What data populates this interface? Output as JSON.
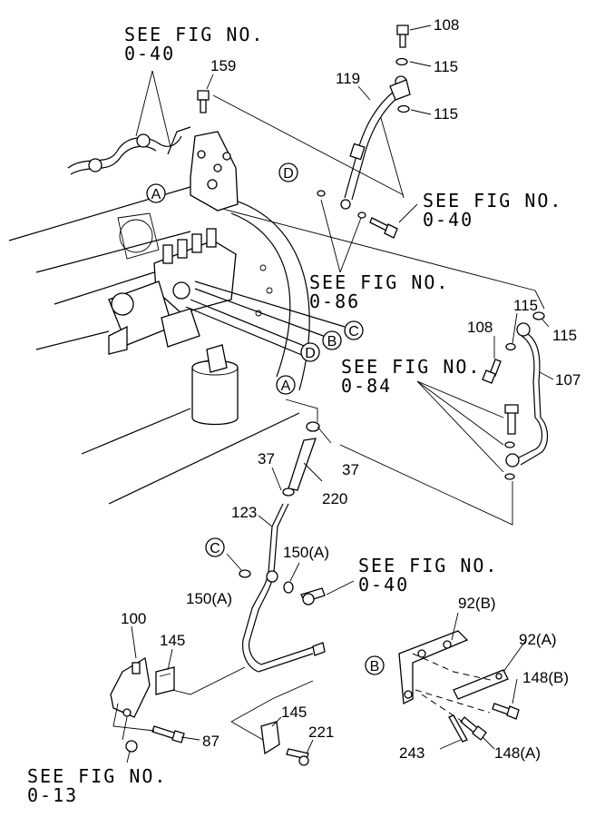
{
  "refs": {
    "r1": {
      "l1": "SEE FIG NO.",
      "l2": "0-40"
    },
    "r2": {
      "l1": "SEE FIG NO.",
      "l2": "0-40"
    },
    "r3": {
      "l1": "SEE FIG NO.",
      "l2": "0-86"
    },
    "r4": {
      "l1": "SEE FIG NO.",
      "l2": "0-84"
    },
    "r5": {
      "l1": "SEE FIG NO.",
      "l2": "0-40"
    },
    "r6": {
      "l1": "SEE FIG NO.",
      "l2": "0-13"
    }
  },
  "parts": {
    "p108a": "108",
    "p115a": "115",
    "p115b": "115",
    "p119": "119",
    "p159": "159",
    "p115c": "115",
    "p108b": "108",
    "p115d": "115",
    "p107": "107",
    "p37a": "37",
    "p37b": "37",
    "p220": "220",
    "p123": "123",
    "p150a": "150(A)",
    "p150b": "150(A)",
    "p100": "100",
    "p145a": "145",
    "p87": "87",
    "p145b": "145",
    "p221": "221",
    "p92b": "92(B)",
    "p92a": "92(A)",
    "p148b": "148(B)",
    "p148a": "148(A)",
    "p243": "243"
  },
  "markers": {
    "mA1": "A",
    "mD1": "D",
    "mC1": "C",
    "mB1": "B",
    "mD2": "D",
    "mA2": "A",
    "mC2": "C",
    "mB2": "B"
  }
}
